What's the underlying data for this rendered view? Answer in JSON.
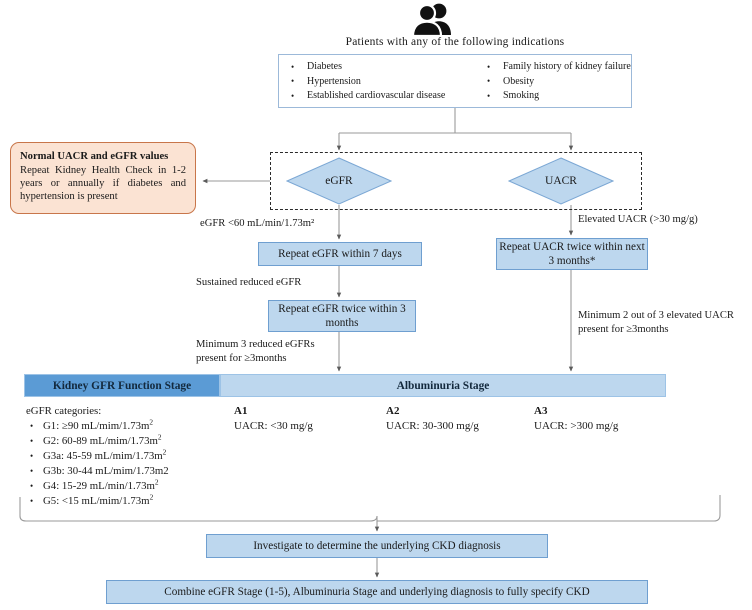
{
  "header": {
    "people_icon": "people-icon",
    "caption": "Patients with any of the following indications"
  },
  "indications": {
    "left": [
      "Diabetes",
      "Hypertension",
      "Established cardiovascular disease"
    ],
    "right": [
      "Family history of kidney failure",
      "Obesity",
      "Smoking"
    ]
  },
  "decisions": {
    "egfr": "eGFR",
    "uacr": "UACR"
  },
  "normal_result": {
    "title": "Normal UACR and eGFR values",
    "body": "Repeat Kidney Health Check in 1-2 years or annually if diabetes and hypertension is present"
  },
  "edge_labels": {
    "egfr_low": "eGFR <60 mL/min/1.73m²",
    "uacr_high": "Elevated UACR (>30 mg/g)",
    "sustained": "Sustained reduced eGFR",
    "minimum3": "Minimum 3 reduced eGFRs present for ≥3months",
    "minimum2of3": "Minimum 2 out of 3 elevated UACR present for ≥3months"
  },
  "process_boxes": {
    "repeat_egfr_7days": "Repeat eGFR within 7 days",
    "repeat_uacr_twice": "Repeat UACR twice within next 3 months*",
    "repeat_egfr_twice": "Repeat eGFR twice within 3 months",
    "investigate": "Investigate to determine the underlying CKD diagnosis",
    "combine": "Combine eGFR Stage (1-5), Albuminuria Stage and underlying diagnosis to fully specify CKD"
  },
  "stage_table": {
    "gfr_header": "Kidney GFR Function Stage",
    "albuminuria_header": "Albuminuria Stage",
    "egfr_categories_title": "eGFR categories:",
    "egfr_categories": [
      "G1: ≥90 mL/mim/1.73m²",
      "G2: 60-89 mL/mim/1.73m²",
      "G3a: 45-59 mL/mim/1.73m²",
      "G3b: 30-44 mL/mim/1.73m2",
      "G4: 15-29 mL/min/1.73m²",
      "G5: <15 mL/mim/1.73m²"
    ],
    "albuminuria_columns": [
      {
        "title": "A1",
        "value": "UACR: <30 mg/g"
      },
      {
        "title": "A2",
        "value": "UACR: 30-300 mg/g"
      },
      {
        "title": "A3",
        "value": "UACR: >300 mg/g"
      }
    ]
  },
  "colors": {
    "process_fill": "#bdd7ee",
    "process_border": "#6f9fd0",
    "gfr_header_fill": "#5b9bd5",
    "albuminuria_header_fill": "#bdd7ee",
    "peach_fill": "#fbe3d3",
    "peach_border": "#c8764a",
    "connector": "#808080",
    "dashed_group": "#2b2b2b"
  }
}
